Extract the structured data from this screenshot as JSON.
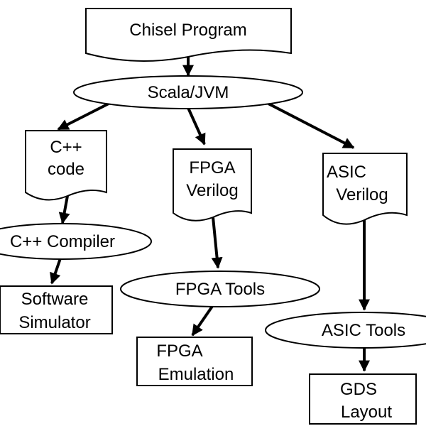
{
  "nodes": {
    "chisel_program": {
      "label": "Chisel Program"
    },
    "scala_jvm": {
      "label": "Scala/JVM"
    },
    "cpp_code": {
      "line1": "C++",
      "line2": "code"
    },
    "fpga_verilog": {
      "line1": "FPGA",
      "line2": "Verilog"
    },
    "asic_verilog": {
      "line1": "ASIC",
      "line2": "Verilog"
    },
    "cpp_compiler": {
      "label": "C++ Compiler"
    },
    "fpga_tools": {
      "label": "FPGA Tools"
    },
    "asic_tools": {
      "label": "ASIC Tools"
    },
    "software_simulator": {
      "line1": "Software",
      "line2": "Simulator"
    },
    "fpga_emulation": {
      "line1": "FPGA",
      "line2": "Emulation"
    },
    "gds_layout": {
      "line1": "GDS",
      "line2": "Layout"
    }
  }
}
